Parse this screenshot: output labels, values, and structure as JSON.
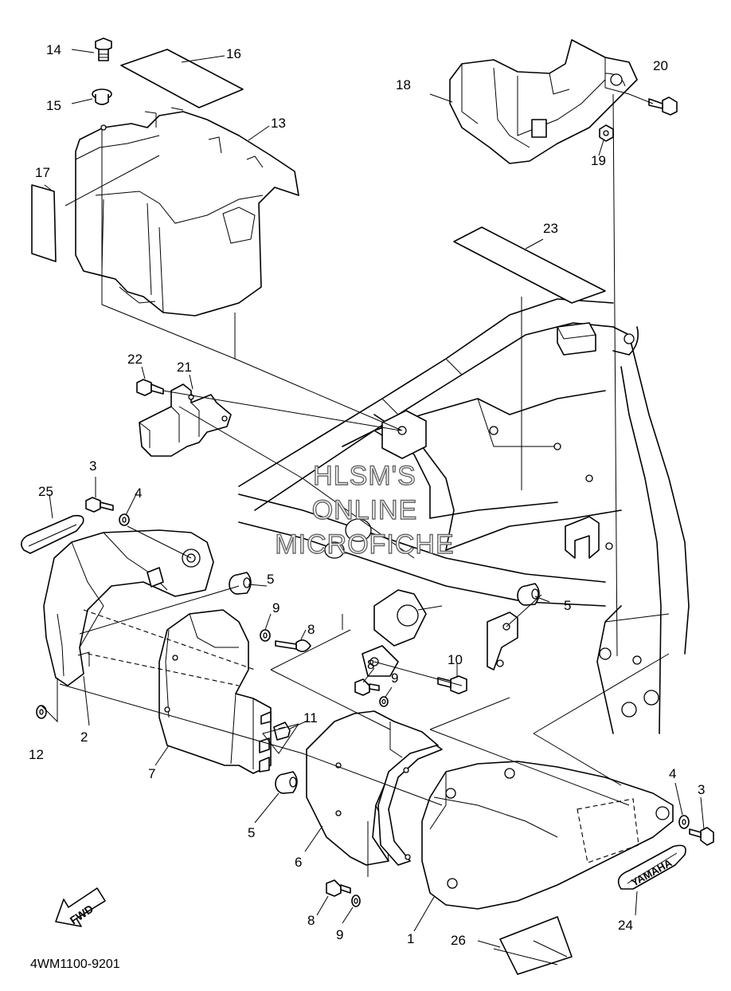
{
  "diagram_code": "4WM1100-9201",
  "watermark": {
    "line1": "HLSM'S",
    "line2": "ONLINE",
    "line3": "MICROFICHE"
  },
  "fwd_label": "FWD",
  "brand_label": "YAMAHA",
  "callouts": {
    "c1": "1",
    "c2": "2",
    "c3a": "3",
    "c3b": "3",
    "c4a": "4",
    "c4b": "4",
    "c5a": "5",
    "c5b": "5",
    "c5c": "5",
    "c6": "6",
    "c7": "7",
    "c8a": "8",
    "c8b": "8",
    "c8c": "8",
    "c9a": "9",
    "c9b": "9",
    "c9c": "9",
    "c10": "10",
    "c11": "11",
    "c12": "12",
    "c13": "13",
    "c14": "14",
    "c15": "15",
    "c16": "16",
    "c17": "17",
    "c18": "18",
    "c19": "19",
    "c20": "20",
    "c21": "21",
    "c22": "22",
    "c23": "23",
    "c24": "24",
    "c25": "25",
    "c26": "26"
  }
}
